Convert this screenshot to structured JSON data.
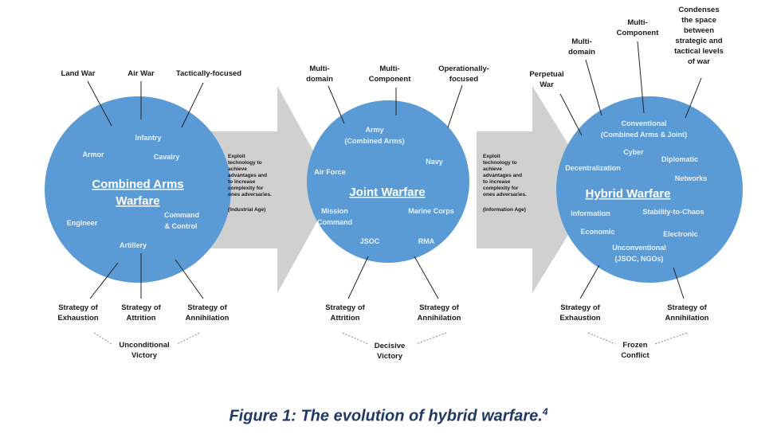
{
  "colors": {
    "circle": "#5b9bd5",
    "arrow": "#d0d0d0",
    "text_dark": "#1a1a1a",
    "caption": "#1f3864"
  },
  "caption": {
    "text": "Figure 1: The evolution of hybrid warfare.",
    "footnote": "4"
  },
  "circles": [
    {
      "title": [
        "Combined Arms",
        "Warfare"
      ],
      "inner": [
        "Infantry",
        "Armor",
        "Cavalry",
        "Command",
        "& Control",
        "Engineer",
        "Artillery"
      ],
      "outer_top": [
        "Land War",
        "Air War",
        "Tactically-focused"
      ],
      "outer_bottom": [
        "Strategy of",
        "Exhaustion",
        "Strategy of",
        "Attrition",
        "Strategy of",
        "Annihilation"
      ],
      "outcome": [
        "Unconditional",
        "Victory"
      ]
    },
    {
      "title": [
        "Joint Warfare"
      ],
      "inner": [
        "Army",
        "(Combined Arms)",
        "Navy",
        "Air Force",
        "Mission",
        "Command",
        "Marine Corps",
        "JSOC",
        "RMA"
      ],
      "outer_top": [
        "Multi-",
        "domain",
        "Multi-",
        "Component",
        "Operationally-",
        "focused"
      ],
      "outer_bottom": [
        "Strategy of",
        "Attrition",
        "Strategy of",
        "Annihilation"
      ],
      "outcome": [
        "Decisive",
        "Victory"
      ]
    },
    {
      "title": [
        "Hybrid Warfare"
      ],
      "inner": [
        "Conventional",
        "(Combined Arms & Joint)",
        "Cyber",
        "Diplomatic",
        "Decentralization",
        "Networks",
        "Information",
        "Stability-to-Chaos",
        "Economic",
        "Electronic",
        "Unconventional",
        "(JSOC, NGOs)"
      ],
      "outer_top": [
        "Perpetual",
        "War",
        "Multi-",
        "domain",
        "Multi-",
        "Component",
        "Condenses",
        "the space",
        "between",
        "strategic and",
        "tactical levels",
        "of war"
      ],
      "outer_bottom": [
        "Strategy of",
        "Exhaustion",
        "Strategy of",
        "Annihilation"
      ],
      "outcome": [
        "Frozen",
        "Conflict"
      ]
    }
  ],
  "arrows": [
    {
      "text": [
        "Exploit",
        "technology to",
        "achieve",
        "advantages and",
        "to increase",
        "complexity for",
        "ones adversaries."
      ],
      "age": "(Industrial Age)"
    },
    {
      "text": [
        "Exploit",
        "technology to",
        "achieve",
        "advantages and",
        "to increase",
        "complexity for",
        "ones adversaries."
      ],
      "age": "(Information Age)"
    }
  ]
}
